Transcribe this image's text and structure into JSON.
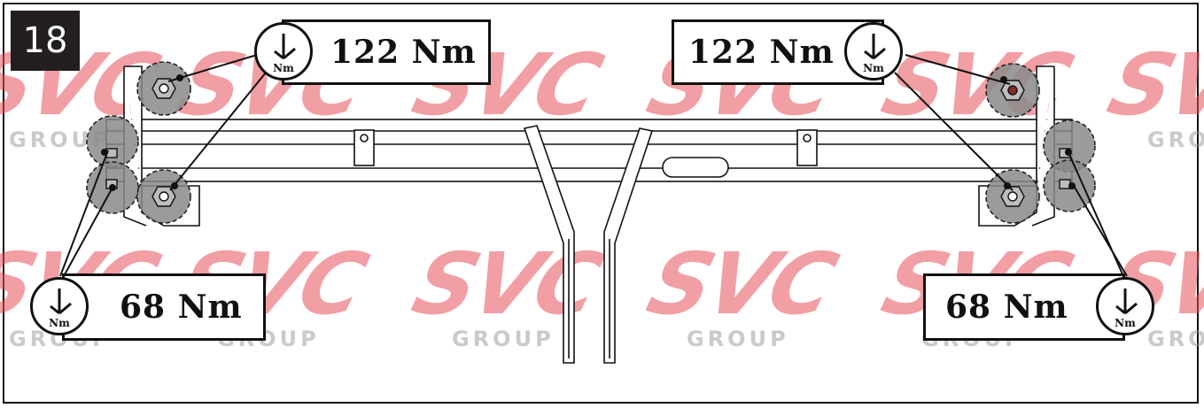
{
  "step": {
    "number": "18"
  },
  "torque": {
    "top_left": {
      "value": "122 Nm",
      "unit_badge": "Nm"
    },
    "top_right": {
      "value": "122 Nm",
      "unit_badge": "Nm"
    },
    "bottom_left": {
      "value": "68 Nm",
      "unit_badge": "Nm"
    },
    "bottom_right": {
      "value": "68 Nm",
      "unit_badge": "Nm"
    }
  },
  "watermark": {
    "brand": "SVC",
    "group": "GROUP"
  },
  "icons": {
    "torque": "torque-wrench-icon"
  },
  "colors": {
    "bolt_highlight": "#8a8a8a",
    "watermark": "#e6505a",
    "frame": "#111111"
  }
}
